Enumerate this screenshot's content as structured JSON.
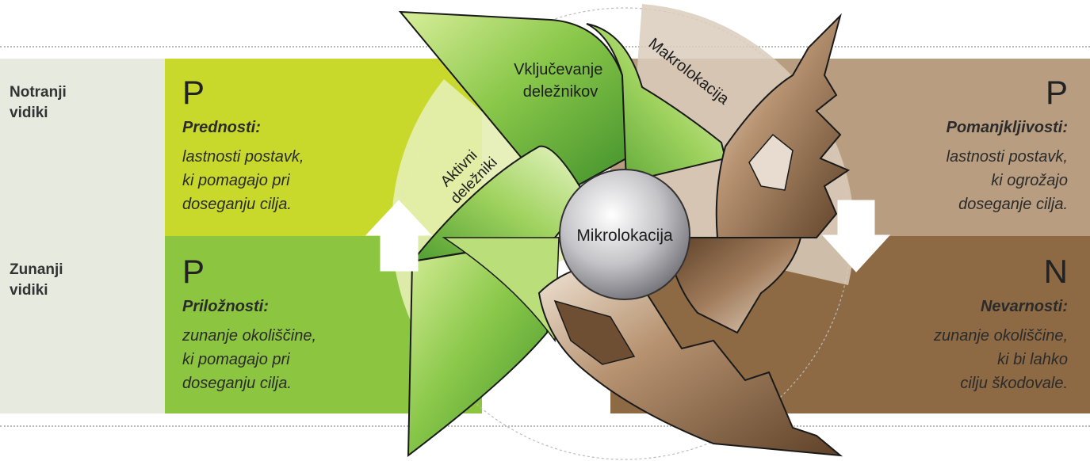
{
  "rows": [
    {
      "label": "Notranji\nvidiki"
    },
    {
      "label": "Zunanji\nvidiki"
    }
  ],
  "quadrants": {
    "strengths": {
      "letter": "P",
      "title": "Prednosti:",
      "text": "lastnosti postavk,\nki pomagajo pri\ndoseganju cilja."
    },
    "opportunities": {
      "letter": "P",
      "title": "Priložnosti:",
      "text": "zunanje okoliščine,\nki pomagajo pri\ndoseganju cilja."
    },
    "weaknesses": {
      "letter": "P",
      "title": "Pomanjkljivosti:",
      "text": "lastnosti postavk,\nki ogrožajo\ndoseganje cilja."
    },
    "threats": {
      "letter": "N",
      "title": "Nevarnosti:",
      "text": "zunanje okoliščine,\nki bi lahko\ncilju škodovale."
    }
  },
  "pinwheel": {
    "center_label": "Mikrolokacija",
    "blade_top_label": "Vključevanje\ndeležnikov",
    "ring_left_label": "Aktivni\ndeležniki",
    "ring_right_label": "Makrolokacija"
  },
  "colors": {
    "row_label_bg": "#e6eadf",
    "strengths_bg": "#c8d92c",
    "opportunities_bg": "#8cc53f",
    "weaknesses_bg": "#b89d80",
    "threats_bg": "#8d6a44",
    "green_blade": "#6fb33a",
    "brown_blade": "#8a6a4e",
    "hub": "#c9c9cd"
  },
  "icons": {
    "up_arrow": "arrow-up-icon",
    "down_arrow": "arrow-down-icon"
  }
}
